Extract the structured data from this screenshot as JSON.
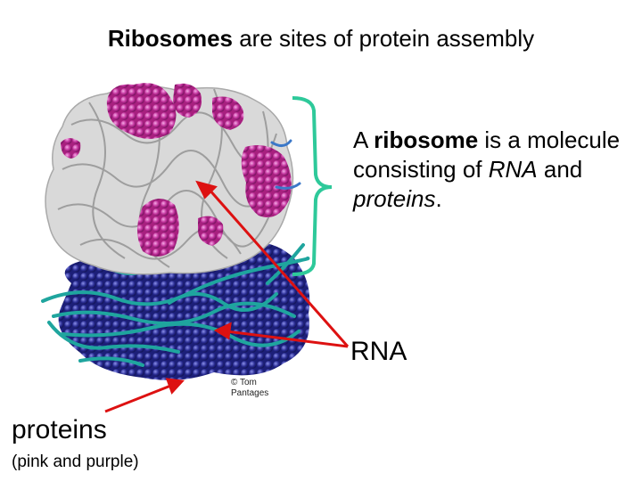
{
  "title": {
    "bold": "Ribosomes",
    "rest": " are sites of protein assembly"
  },
  "description": {
    "part1": "A ",
    "bold": "ribosome",
    "part2": " is a molecule consisting of ",
    "italic1": "RNA",
    "part3": " and ",
    "italic2": "proteins",
    "part4": "."
  },
  "labels": {
    "rna": "RNA",
    "proteins": "proteins",
    "proteins_sub": "(pink and purple)"
  },
  "credit": {
    "line1": "© Tom",
    "line2": "Pantages"
  },
  "colors": {
    "pink_protein": "#c0309a",
    "purple_protein": "#2a2d94",
    "rna_gray": "#bdbdbd",
    "rna_teal": "#1fa59e",
    "bracket": "#2ec99a",
    "arrow": "#dd1111"
  }
}
